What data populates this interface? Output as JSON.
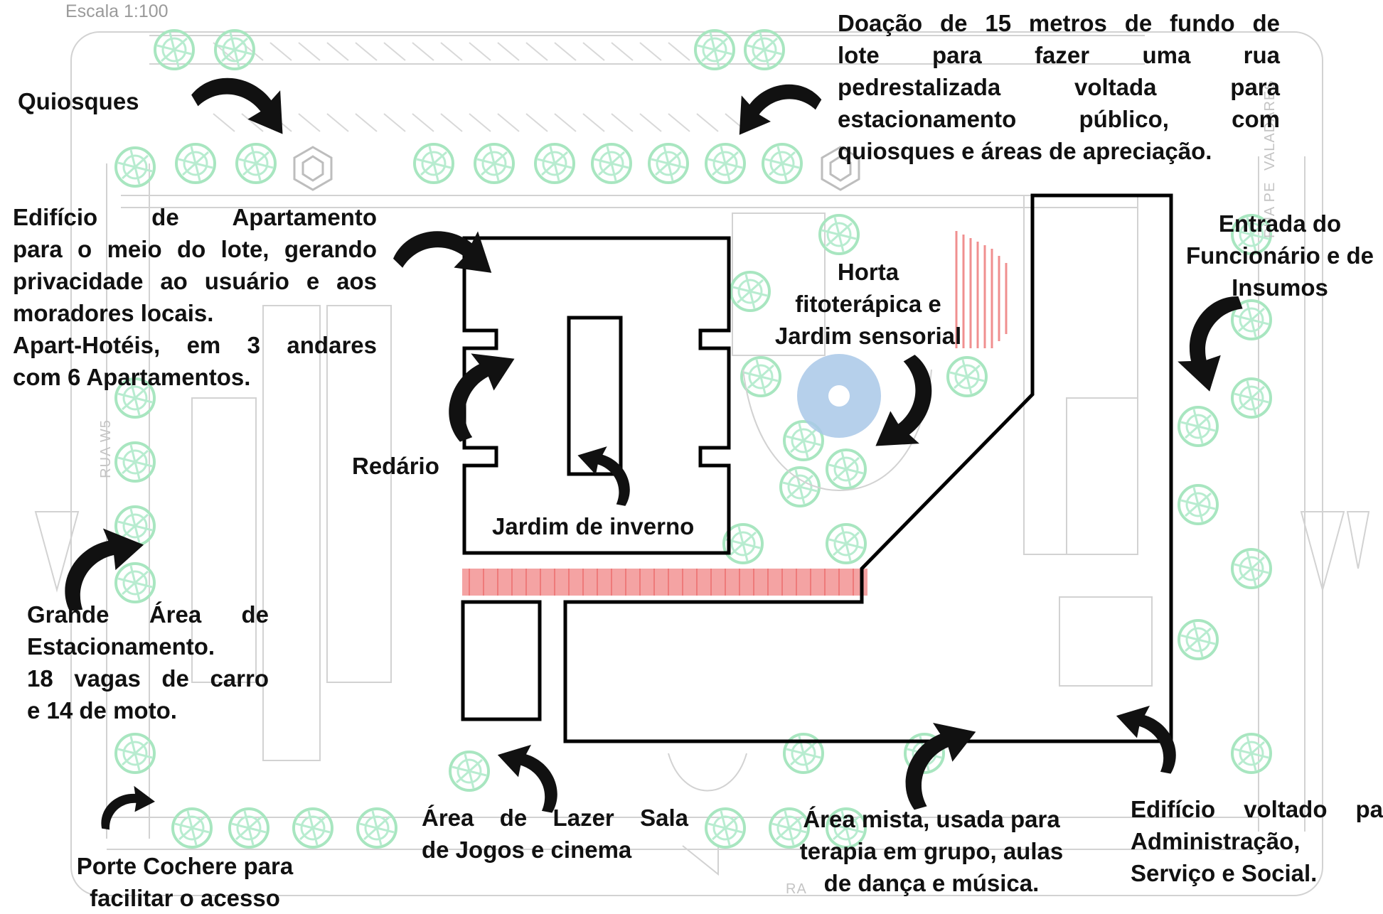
{
  "scale_label": "Escala 1:100",
  "streets": {
    "left": "RUA W5",
    "right_prefix": "RUA PE",
    "right_suffix": "VALADARES",
    "bottom": "RA"
  },
  "notes": {
    "quiosques": "Quiosques",
    "doacao": [
      "Doação de 15 metros de fundo de",
      "lote para fazer uma rua",
      "pedrestalizada voltada para",
      "estacionamento público, com",
      "quiosques e áreas de apreciação."
    ],
    "edificio_apartamento": [
      "Edifício de Apartamento",
      "para o meio do lote, gerando",
      "privacidade ao usuário e aos",
      "moradores locais.",
      "Apart-Hotéis, em 3 andares",
      "com 6 Apartamentos."
    ],
    "horta": [
      "Horta",
      "fitoterápica e",
      "Jardim sensorial"
    ],
    "entrada": [
      "Entrada do",
      "Funcionário e de",
      "Insumos"
    ],
    "redario": "Redário",
    "jardim_inverno": "Jardim de inverno",
    "estacionamento": [
      "Grande Área de",
      "Estacionamento.",
      "18 vagas de carro",
      "e 14 de moto."
    ],
    "porte_cochere": [
      "Porte Cochere para",
      "facilitar o acesso"
    ],
    "lazer": [
      "Área de Lazer Sala",
      "de Jogos e cinema"
    ],
    "area_mista": [
      "Área mista, usada para",
      "terapia em grupo, aulas",
      "de dança e música."
    ],
    "edificio_admin": [
      "Edifício voltado pa",
      "Administração,",
      "Serviço e Social."
    ]
  },
  "colors": {
    "tree": "#a8e6c0",
    "walkway": "#f4a3a3",
    "plan_line": "#cfcfcf",
    "outline": "#000000",
    "pond": "#a9c8e8"
  }
}
